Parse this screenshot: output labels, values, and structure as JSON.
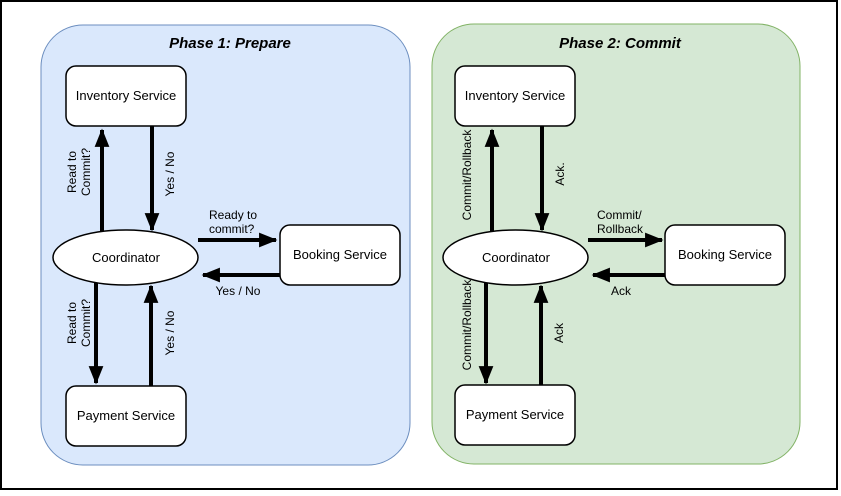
{
  "diagram": {
    "description": "Two-phase commit protocol diagram"
  },
  "colors": {
    "phase1_fill": "#dae8fc",
    "phase1_stroke": "#6c8ebf",
    "phase2_fill": "#d5e8d4",
    "phase2_stroke": "#82b366",
    "node_fill": "#ffffff",
    "node_stroke": "#000000",
    "arrow": "#000000",
    "frame": "#000000"
  },
  "panels": [
    {
      "title": "Phase 1: Prepare",
      "nodes": {
        "inventory": "Inventory Service",
        "coordinator": "Coordinator",
        "booking": "Booking Service",
        "payment": "Payment Service"
      },
      "edges": {
        "to_inventory": [
          "Read to",
          "Commit?"
        ],
        "from_inventory": [
          "Yes / No"
        ],
        "to_booking": [
          "Ready to",
          "commit?"
        ],
        "from_booking": [
          "Yes / No"
        ],
        "to_payment": [
          "Read to",
          "Commit?"
        ],
        "from_payment": [
          "Yes / No"
        ]
      }
    },
    {
      "title": "Phase 2: Commit",
      "nodes": {
        "inventory": "Inventory Service",
        "coordinator": "Coordinator",
        "booking": "Booking Service",
        "payment": "Payment Service"
      },
      "edges": {
        "to_inventory": [
          "Commit/Rollback"
        ],
        "from_inventory": [
          "Ack."
        ],
        "to_booking": [
          "Commit/",
          "Rollback"
        ],
        "from_booking": [
          "Ack"
        ],
        "to_payment": [
          "Commit/Rollback"
        ],
        "from_payment": [
          "Ack"
        ]
      }
    }
  ]
}
